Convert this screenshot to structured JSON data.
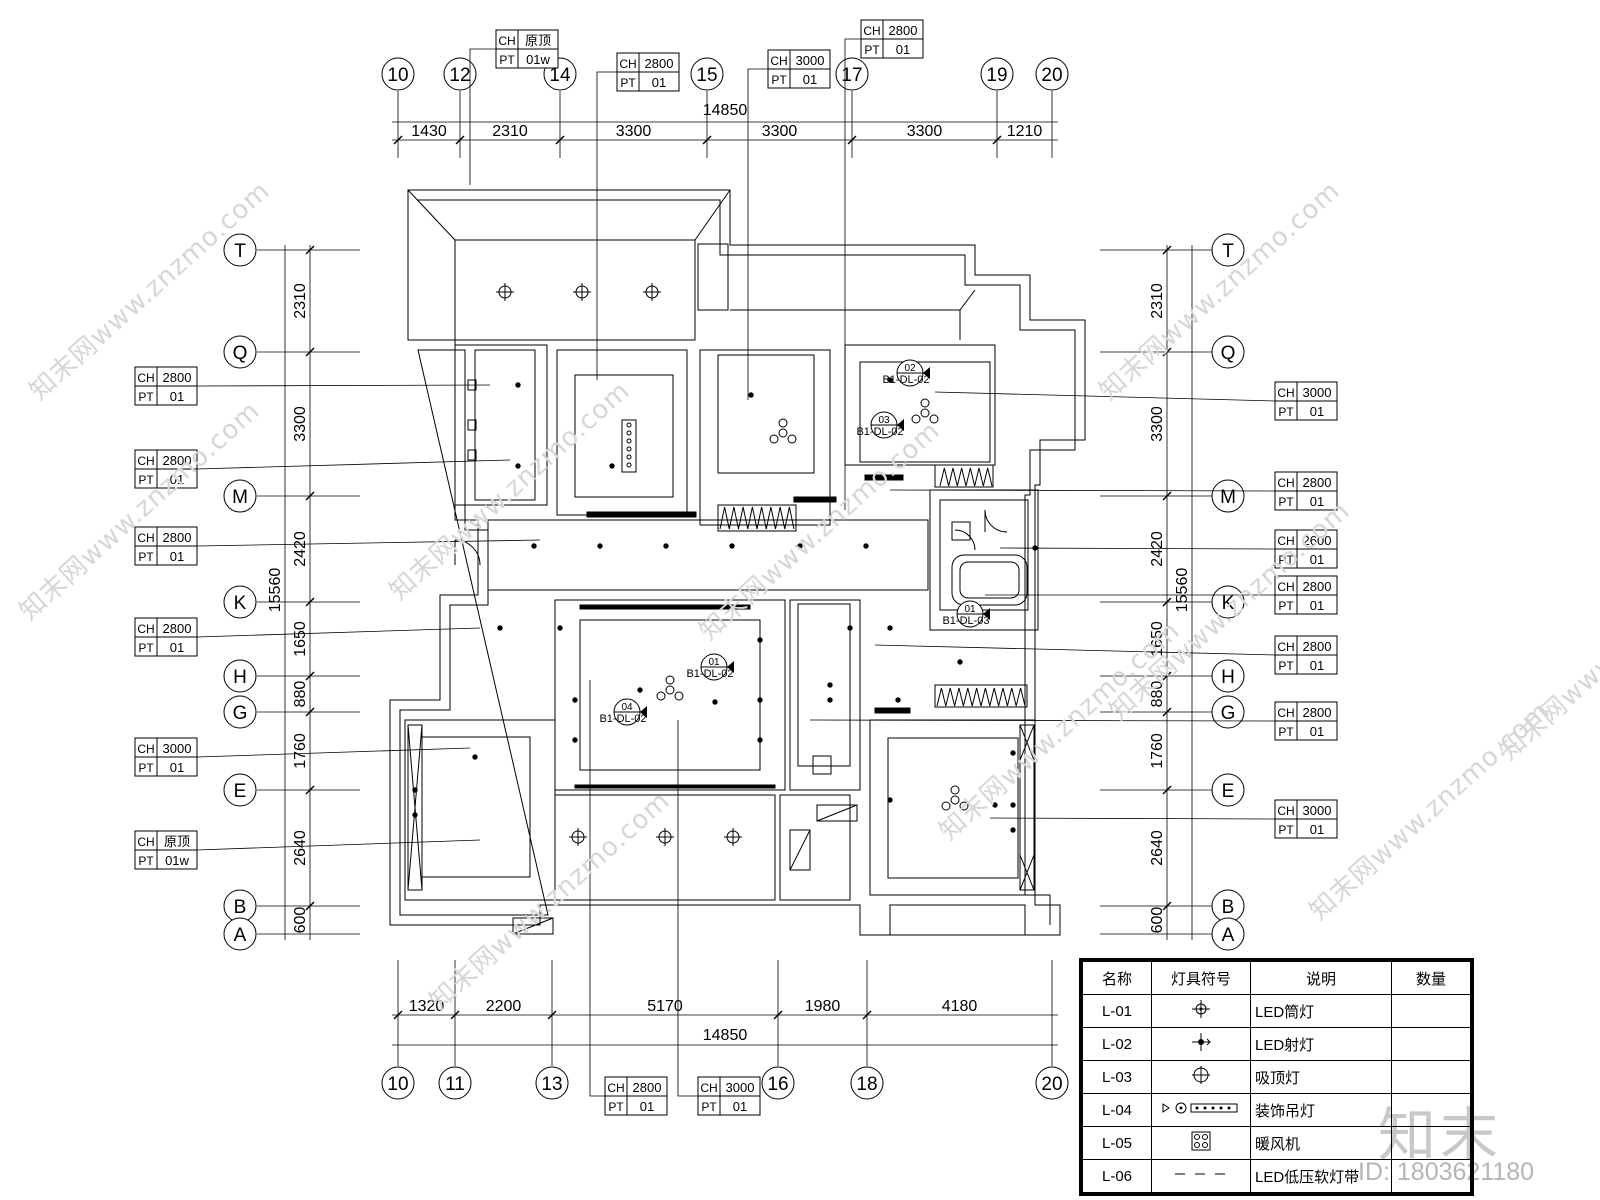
{
  "axes": {
    "top": [
      "10",
      "12",
      "14",
      "15",
      "17",
      "19",
      "20"
    ],
    "bottom": [
      "10",
      "11",
      "13",
      "16",
      "18",
      "20"
    ],
    "left": [
      "T",
      "Q",
      "M",
      "K",
      "H",
      "G",
      "E",
      "B",
      "A"
    ],
    "right": [
      "T",
      "Q",
      "M",
      "K",
      "H",
      "G",
      "E",
      "B",
      "A"
    ]
  },
  "dimensions": {
    "top_total": "14850",
    "top_segments": [
      "1430",
      "2310",
      "3300",
      "3300",
      "3300",
      "1210"
    ],
    "bottom_segments": [
      "1320",
      "2200",
      "5170",
      "1980",
      "4180"
    ],
    "bottom_total": "14850",
    "left_segments": [
      "2310",
      "3300",
      "2420",
      "1650",
      "880",
      "1760",
      "2640",
      "600"
    ],
    "left_total": "15560",
    "right_segments": [
      "2310",
      "3300",
      "2420",
      "1650",
      "880",
      "1760",
      "2640",
      "600"
    ],
    "right_total": "15560"
  },
  "ceiling_tags": {
    "ch_label": "CH",
    "pt_label": "PT",
    "items": [
      {
        "ch": "原顶",
        "pt": "01w"
      },
      {
        "ch": "2800",
        "pt": "01"
      },
      {
        "ch": "3000",
        "pt": "01"
      },
      {
        "ch": "2800",
        "pt": "01"
      },
      {
        "ch": "2800",
        "pt": "01"
      },
      {
        "ch": "2800",
        "pt": "01"
      },
      {
        "ch": "2800",
        "pt": "01"
      },
      {
        "ch": "2800",
        "pt": "01"
      },
      {
        "ch": "3000",
        "pt": "01"
      },
      {
        "ch": "原顶",
        "pt": "01w"
      },
      {
        "ch": "3000",
        "pt": "01"
      },
      {
        "ch": "2800",
        "pt": "01"
      },
      {
        "ch": "2600",
        "pt": "01"
      },
      {
        "ch": "2800",
        "pt": "01"
      },
      {
        "ch": "2800",
        "pt": "01"
      },
      {
        "ch": "2800",
        "pt": "01"
      },
      {
        "ch": "3000",
        "pt": "01"
      },
      {
        "ch": "2800",
        "pt": "01"
      },
      {
        "ch": "3000",
        "pt": "01"
      }
    ]
  },
  "detail_markers": [
    {
      "num": "02",
      "ref": "B1-DL-02"
    },
    {
      "num": "03",
      "ref": "B1-DL-02"
    },
    {
      "num": "01",
      "ref": "B1-DL-03"
    },
    {
      "num": "01",
      "ref": "B1-DL-02"
    },
    {
      "num": "04",
      "ref": "B1-DL-02"
    }
  ],
  "legend": {
    "headers": [
      "名称",
      "灯具符号",
      "说明",
      "数量"
    ],
    "rows": [
      {
        "code": "L-01",
        "icon": "led-downlight-icon",
        "desc": "LED筒灯",
        "qty": ""
      },
      {
        "code": "L-02",
        "icon": "led-spotlight-icon",
        "desc": "LED射灯",
        "qty": ""
      },
      {
        "code": "L-03",
        "icon": "ceiling-light-icon",
        "desc": "吸顶灯",
        "qty": ""
      },
      {
        "code": "L-04",
        "icon": "chandelier-icon",
        "desc": "装饰吊灯",
        "qty": ""
      },
      {
        "code": "L-05",
        "icon": "bath-heater-icon",
        "desc": "暖风机",
        "qty": ""
      },
      {
        "code": "L-06",
        "icon": "led-strip-icon",
        "desc": "LED低压软灯带",
        "qty": ""
      }
    ]
  },
  "watermark": {
    "text": "知末网www.znzmo.com",
    "brand": "知末",
    "id_text": "ID: 1803621180"
  }
}
